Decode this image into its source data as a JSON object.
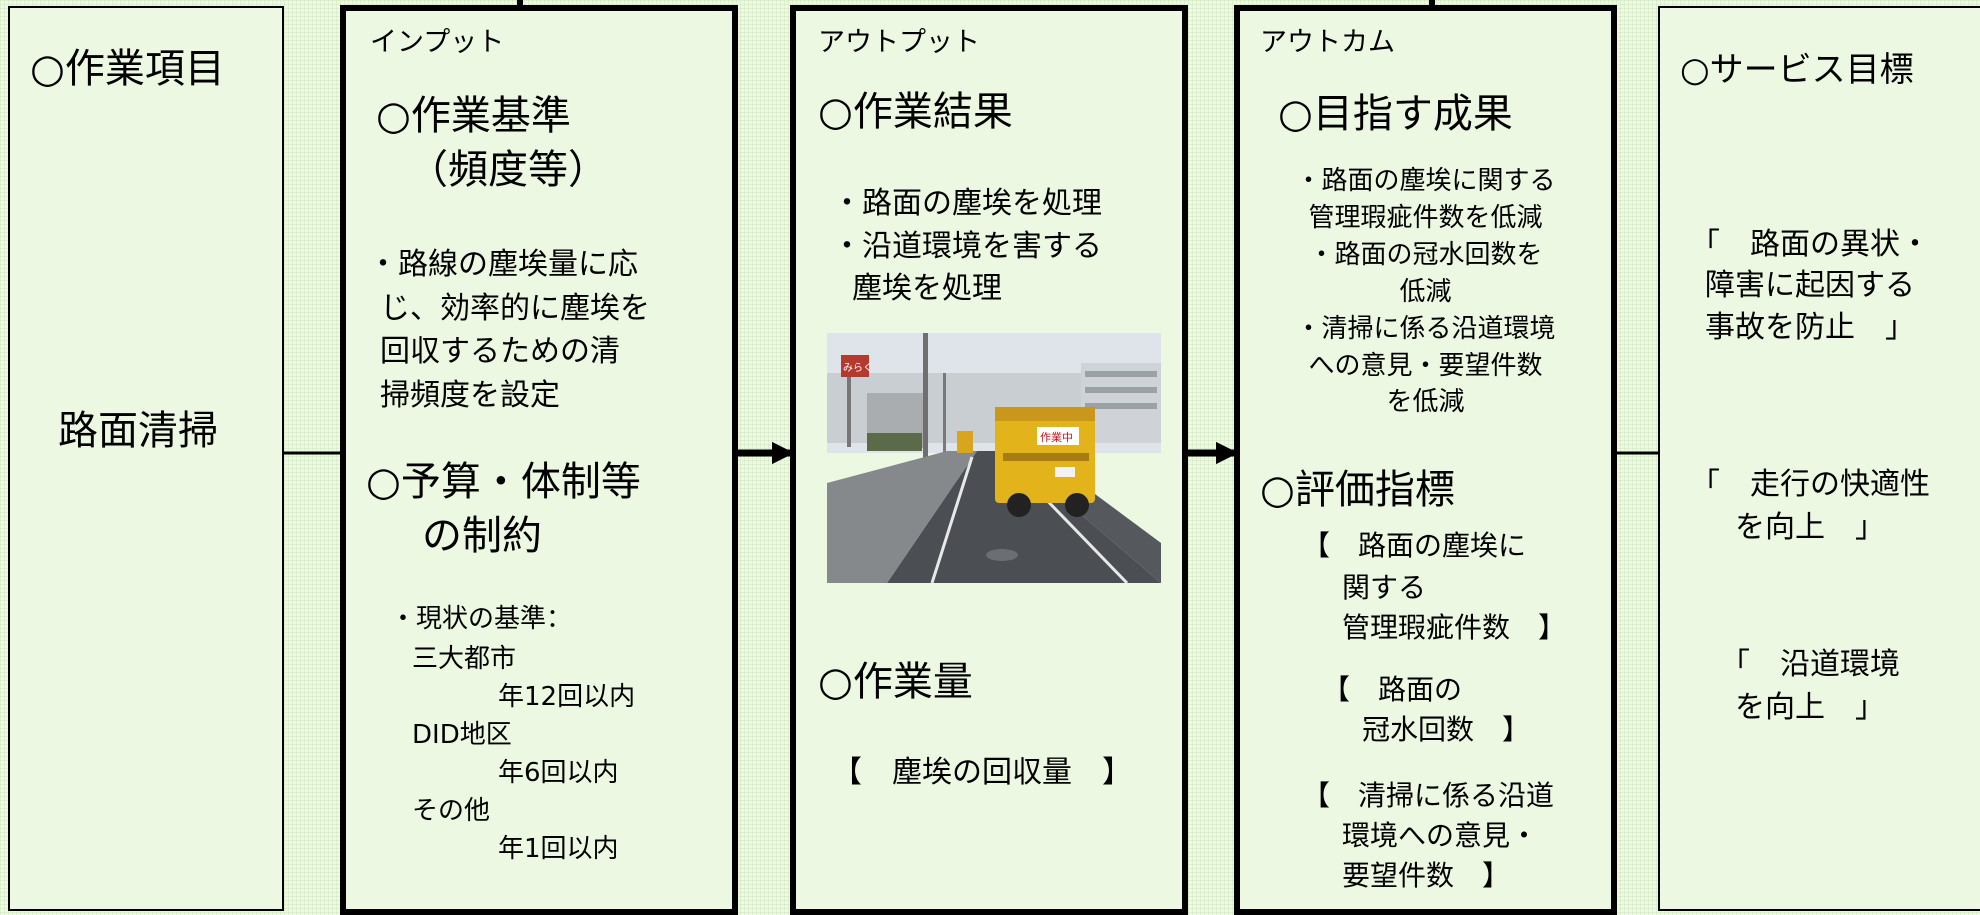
{
  "work_item": {
    "heading": "○作業項目",
    "name": "路面清掃"
  },
  "input": {
    "caption": "インプット",
    "standard_heading_1": "○作業基準",
    "standard_heading_2": "（頻度等）",
    "standard_text": [
      "・路線の塵埃量に応",
      "じ、効率的に塵埃を",
      "回収するための清",
      "掃頻度を設定"
    ],
    "constraint_heading_1": "○予算・体制等",
    "constraint_heading_2": "の制約",
    "current_standard": [
      "・現状の基準：",
      "三大都市",
      "年12回以内",
      "DID地区",
      "年6回以内",
      "その他",
      "年1回以内"
    ]
  },
  "output": {
    "caption": "アウトプット",
    "result_heading": "○作業結果",
    "result_text": [
      "・路面の塵埃を処理",
      "・沿道環境を害する",
      "塵埃を処理"
    ],
    "photo_sign": "作業中",
    "photo_shop": "みらく",
    "volume_heading": "○作業量",
    "volume_text": "【　塵埃の回収量　】"
  },
  "outcome": {
    "caption": "アウトカム",
    "goal_heading": "○目指す成果",
    "goal_text": [
      "・路面の塵埃に関する",
      "管理瑕疵件数を低減",
      "・路面の冠水回数を",
      "低減",
      "・清掃に係る沿道環境",
      "への意見・要望件数",
      "を低減"
    ],
    "indicator_heading": "○評価指標",
    "indicator_1": [
      "【　路面の塵埃に",
      "関する",
      "管理瑕疵件数　】"
    ],
    "indicator_2": [
      "【　路面の",
      "冠水回数　】"
    ],
    "indicator_3": [
      "【　清掃に係る沿道",
      "環境への意見・",
      "要望件数　】"
    ]
  },
  "service_goal": {
    "heading": "○サービス目標",
    "goal_1": [
      "「　路面の異状・",
      "障害に起因する",
      "事故を防止　」"
    ],
    "goal_2": [
      "「　走行の快適性",
      "を向上　」"
    ],
    "goal_3": [
      "「　沿道環境",
      "を向上　」"
    ]
  },
  "colors": {
    "background": "#eef9e3",
    "border": "#000000"
  }
}
